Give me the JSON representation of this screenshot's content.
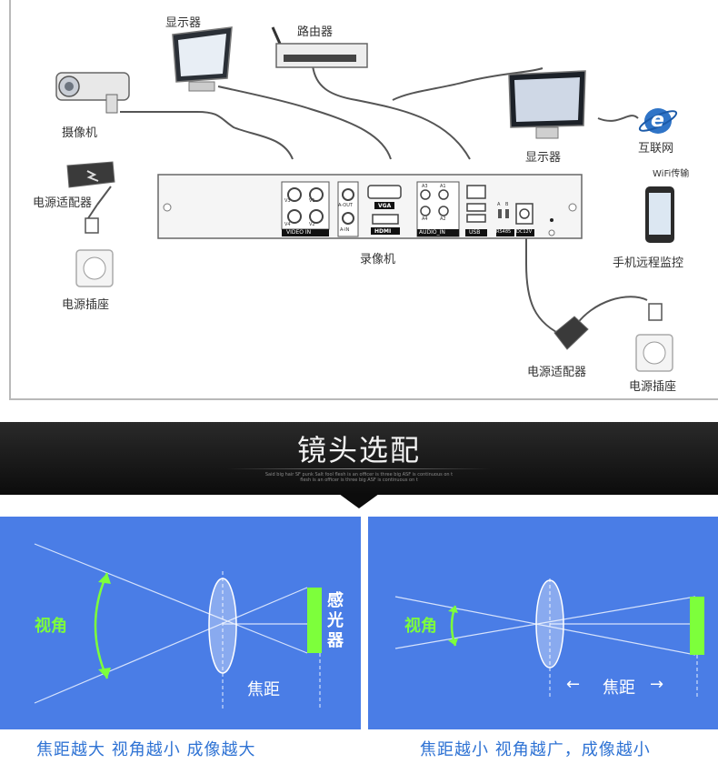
{
  "diagram": {
    "labels": {
      "monitor_top": "显示器",
      "router": "路由器",
      "camera": "摄像机",
      "power_adapter_left": "电源适配器",
      "power_socket_left": "电源插座",
      "monitor_right": "显示器",
      "internet": "互联网",
      "wifi": "WiFi传输",
      "dvr": "录像机",
      "mobile": "手机远程监控",
      "power_adapter_right": "电源适配器",
      "power_socket_right": "电源插座"
    },
    "dvr_ports": {
      "video_in": "VIDEO IN",
      "v1": "V1",
      "v2": "V2",
      "v3": "V3",
      "v4": "V4",
      "aout": "A-OUT",
      "ain": "A-IN",
      "vga": "VGA",
      "hdmi": "HDMI",
      "audio_in": "AUDIO_IN",
      "a1": "A1",
      "a2": "A2",
      "a3": "A3",
      "a4": "A4",
      "usb": "USB",
      "rs485": "RS485",
      "dc12v": "DC12V",
      "a": "A",
      "b": "B"
    },
    "icon_internet": "e"
  },
  "banner": {
    "title": "镜头选配",
    "sub_line1": "Said big hair SF punk Salt fool flesh is an officer is three big ASF is continuous on t",
    "sub_line2": "flesh is an officer is three big ASF is continuous on t"
  },
  "left_panel": {
    "view_angle": "视角",
    "sensor": [
      "感",
      "光",
      "器"
    ],
    "focal": "焦距"
  },
  "right_panel": {
    "view_angle": "视角",
    "focal": "焦距",
    "arrow_left": "←",
    "arrow_right": "→"
  },
  "captions": {
    "left": "焦距越大  视角越小  成像越大",
    "right": "焦距越小  视角越广，成像越小"
  },
  "colors": {
    "panel_blue": "#4a7de6",
    "sensor_green": "#7dff3b",
    "caption_blue": "#2f73d4"
  }
}
